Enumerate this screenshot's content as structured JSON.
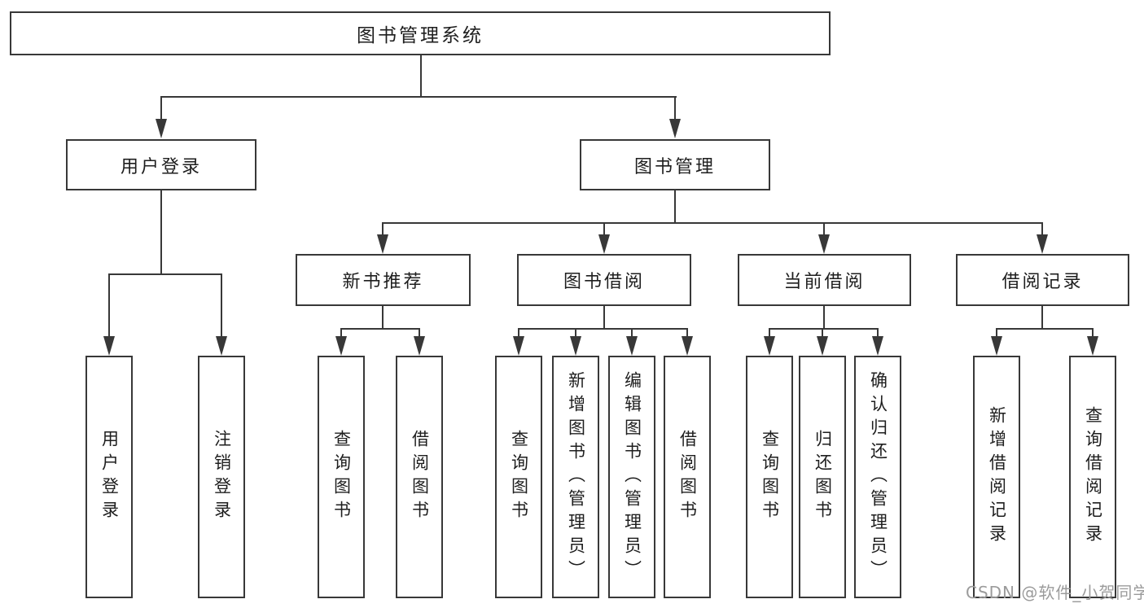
{
  "tree": {
    "label": "图书管理系统",
    "children": [
      {
        "label": "用户登录",
        "children": [
          {
            "label": "用户登录"
          },
          {
            "label": "注销登录"
          }
        ]
      },
      {
        "label": "图书管理",
        "children": [
          {
            "label": "新书推荐",
            "children": [
              {
                "label": "查询图书"
              },
              {
                "label": "借阅图书"
              }
            ]
          },
          {
            "label": "图书借阅",
            "children": [
              {
                "label": "查询图书"
              },
              {
                "label": "新增图书（管理员）"
              },
              {
                "label": "编辑图书（管理员）"
              },
              {
                "label": "借阅图书"
              }
            ]
          },
          {
            "label": "当前借阅",
            "children": [
              {
                "label": "查询图书"
              },
              {
                "label": "归还图书"
              },
              {
                "label": "确认归还（管理员）"
              }
            ]
          },
          {
            "label": "借阅记录",
            "children": [
              {
                "label": "新增借阅记录"
              },
              {
                "label": "查询借阅记录"
              }
            ]
          }
        ]
      }
    ]
  },
  "watermark": {
    "text": "CSDN @软件_小贺同学",
    "color": "#9b9b9b"
  },
  "colors": {
    "line": "#383838",
    "box_border": "#383838",
    "text": "#1e1e1e",
    "background": "#ffffff"
  }
}
